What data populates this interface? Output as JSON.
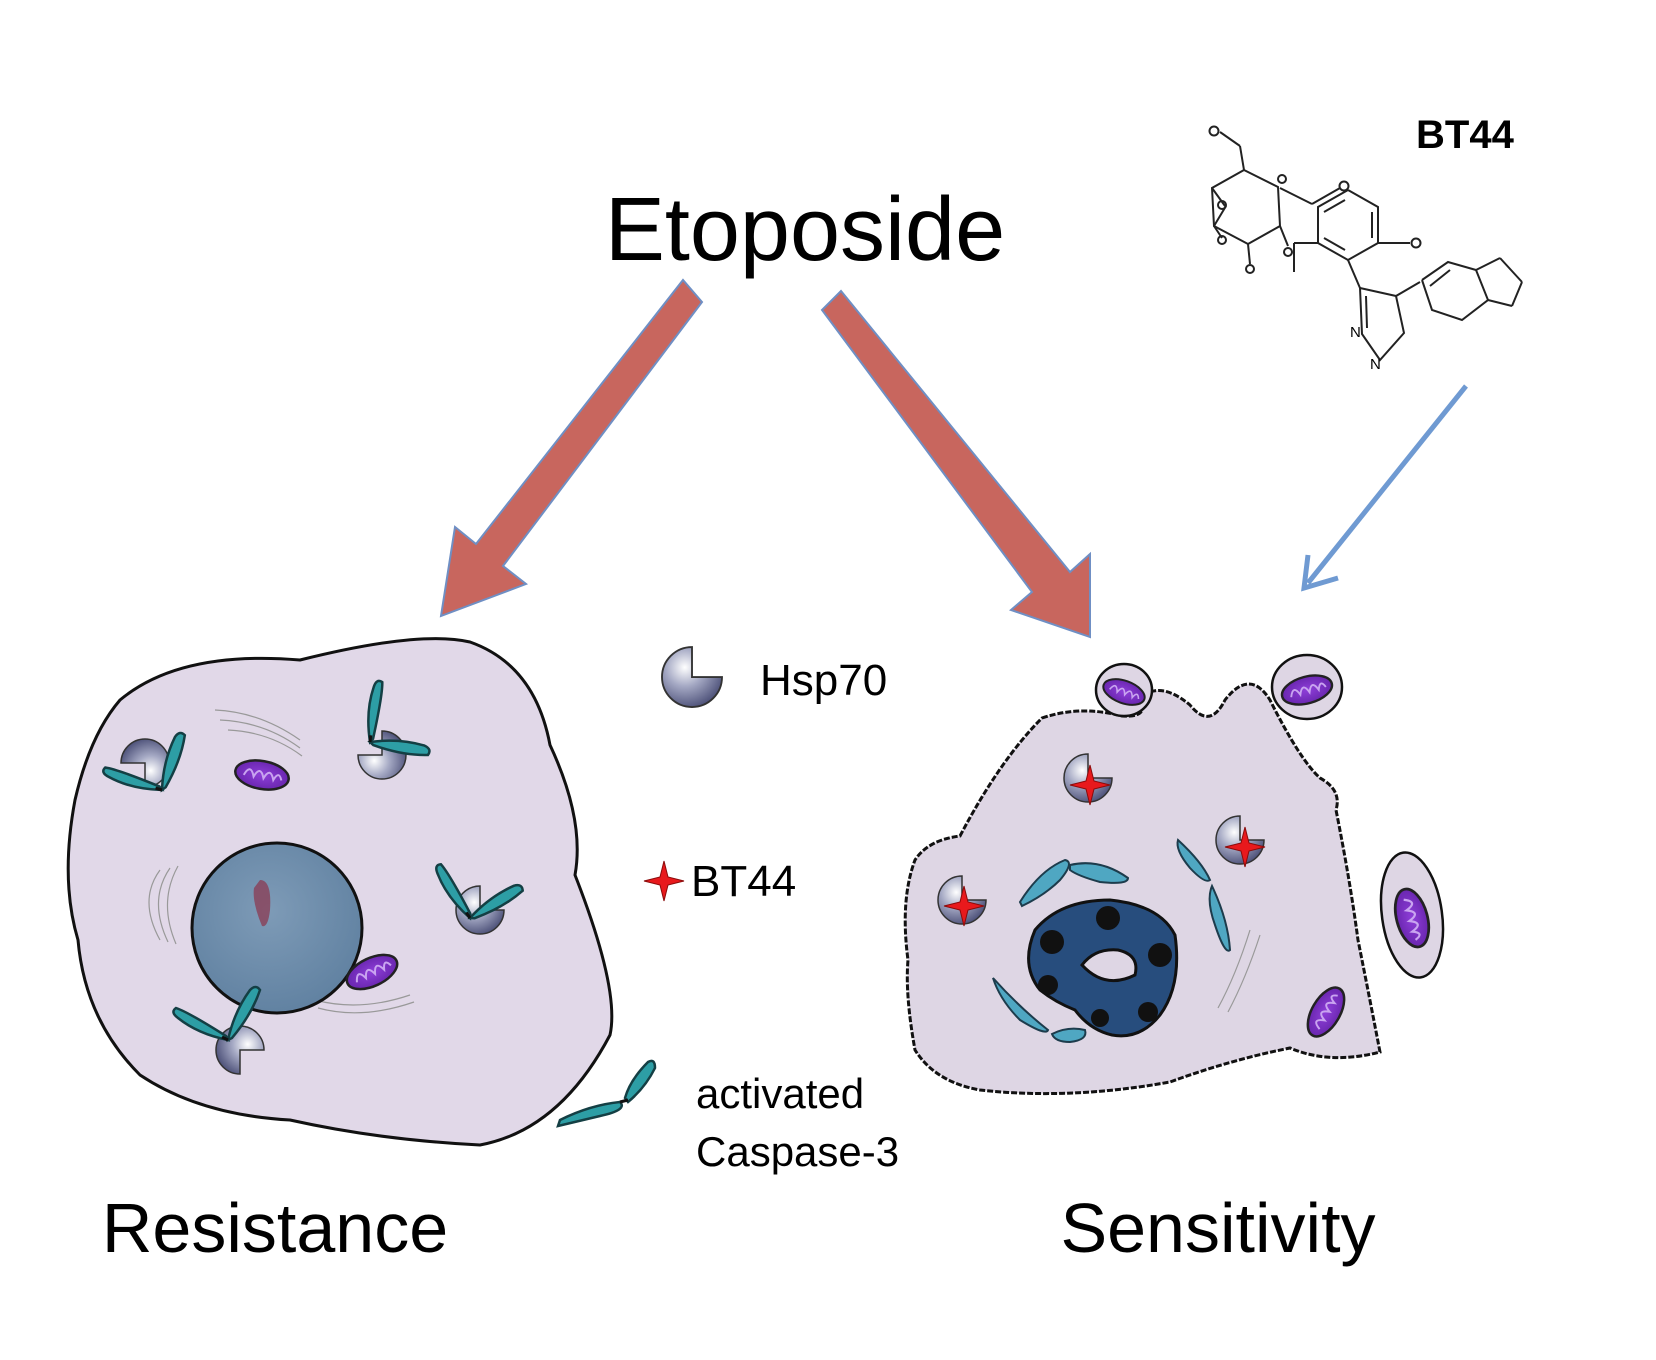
{
  "labels": {
    "drug": "Etoposide",
    "compound": "BT44",
    "resistance": "Resistance",
    "sensitivity": "Sensitivity"
  },
  "legend": {
    "hsp70": "Hsp70",
    "bt44": "BT44",
    "caspase_line1": "activated",
    "caspase_line2": "Caspase-3"
  },
  "molecule_atoms": {
    "nitrogen": "N",
    "oxygen": "o"
  },
  "colors": {
    "drug_arrow": "#c8665e",
    "drug_arrow_outline": "#6f8fc4",
    "compound_arrow": "#6f9ad2",
    "cell_fill": "#e1d8e8",
    "nucleus": "#6f8eac",
    "sensitive_nucleus": "#274d7d",
    "hsp70": "#6a6f95",
    "caspase": "#2d9ea5",
    "caspase_light": "#4fa7c2",
    "mitochondria": "#7a2fc4",
    "bt44_star": "#e8191c"
  }
}
